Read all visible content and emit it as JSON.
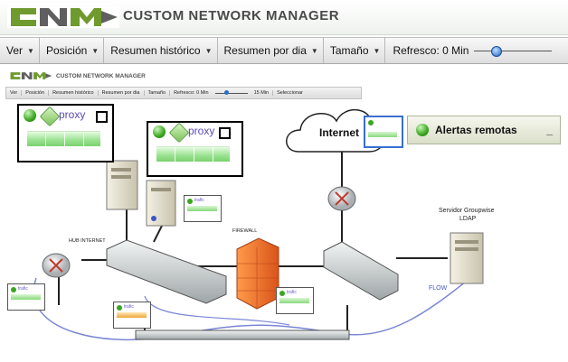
{
  "header": {
    "brand": "CUSTOM NETWORK MANAGER"
  },
  "menu": {
    "items": [
      "Ver",
      "Posición",
      "Resumen histórico",
      "Resumen por dia",
      "Tamaño"
    ],
    "refresh_label": "Refresco: 0 Min",
    "refresh_slider_level": 0.25
  },
  "mini": {
    "brand": "CUSTOM NETWORK MANAGER",
    "menu_items": [
      "Ver",
      "Posición",
      "Resumen histórico",
      "Resumen por dia",
      "Tamaño"
    ],
    "refresh_label": "Refresco: 0 Min",
    "refresh_max": "15 Min",
    "select_label": "Seleccionar"
  },
  "widgets": [
    {
      "label": "proxy"
    },
    {
      "label": "proxy"
    }
  ],
  "mini_tile_label": "trafic",
  "alerts": {
    "label": "Alertas remotas",
    "minimize": "_"
  },
  "diagram": {
    "internet": "Internet",
    "hub": "HUB INTERNET",
    "firewall": "FIREWALL",
    "server_line1": "Servidor Groupwise",
    "server_line2": "LDAP",
    "flow": "FLOW"
  },
  "colors": {
    "status_green": "#3aa61f",
    "label_purple": "#5b4bb5",
    "link_blue": "#7a86d6"
  },
  "icons": [
    "cnm-logo",
    "status-dot-icon",
    "tag-icon",
    "checkbox-icon",
    "dropdown-arrow-icon",
    "slider-knob-icon",
    "server-icon",
    "router-icon",
    "switch-icon",
    "firewall-icon",
    "cloud-icon"
  ]
}
